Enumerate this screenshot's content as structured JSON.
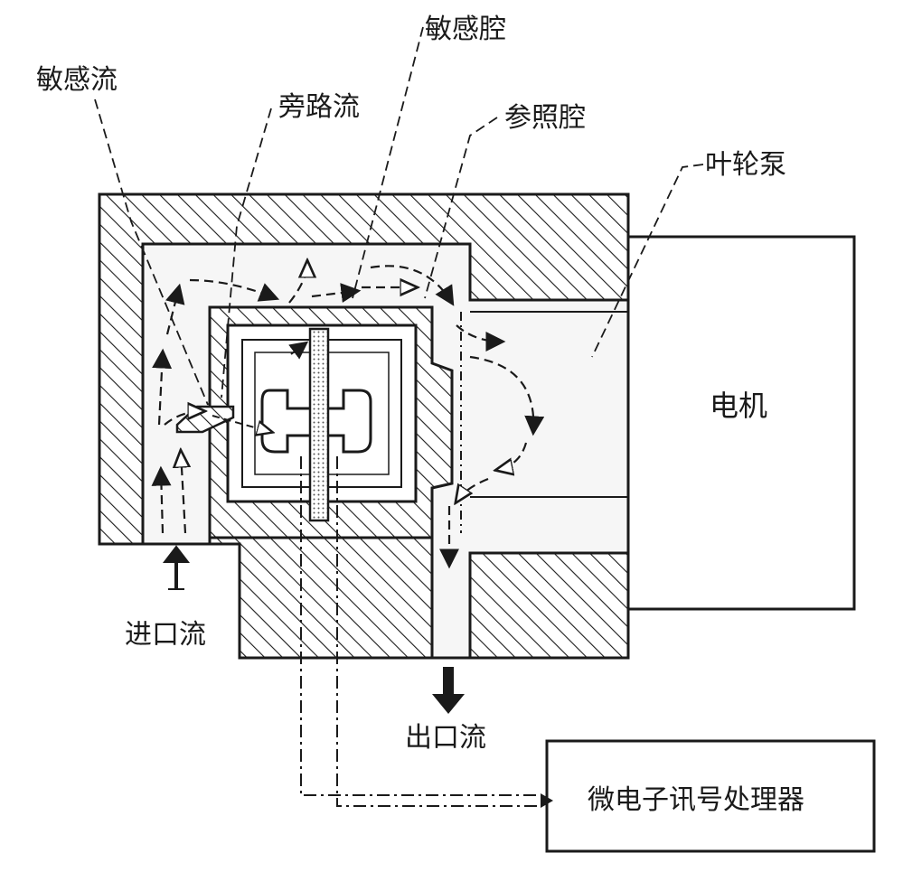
{
  "labels": {
    "sensing_flow": "敏感流",
    "bypass_flow": "旁路流",
    "sensing_chamber": "敏感腔",
    "reference_chamber": "参照腔",
    "impeller_pump": "叶轮泵",
    "motor": "电机",
    "inlet_flow": "进口流",
    "outlet_flow": "出口流",
    "processor": "微电子讯号处理器"
  },
  "colors": {
    "ink": "#1a1a1a",
    "paper": "#ffffff",
    "cavity": "#f6f6f6"
  }
}
